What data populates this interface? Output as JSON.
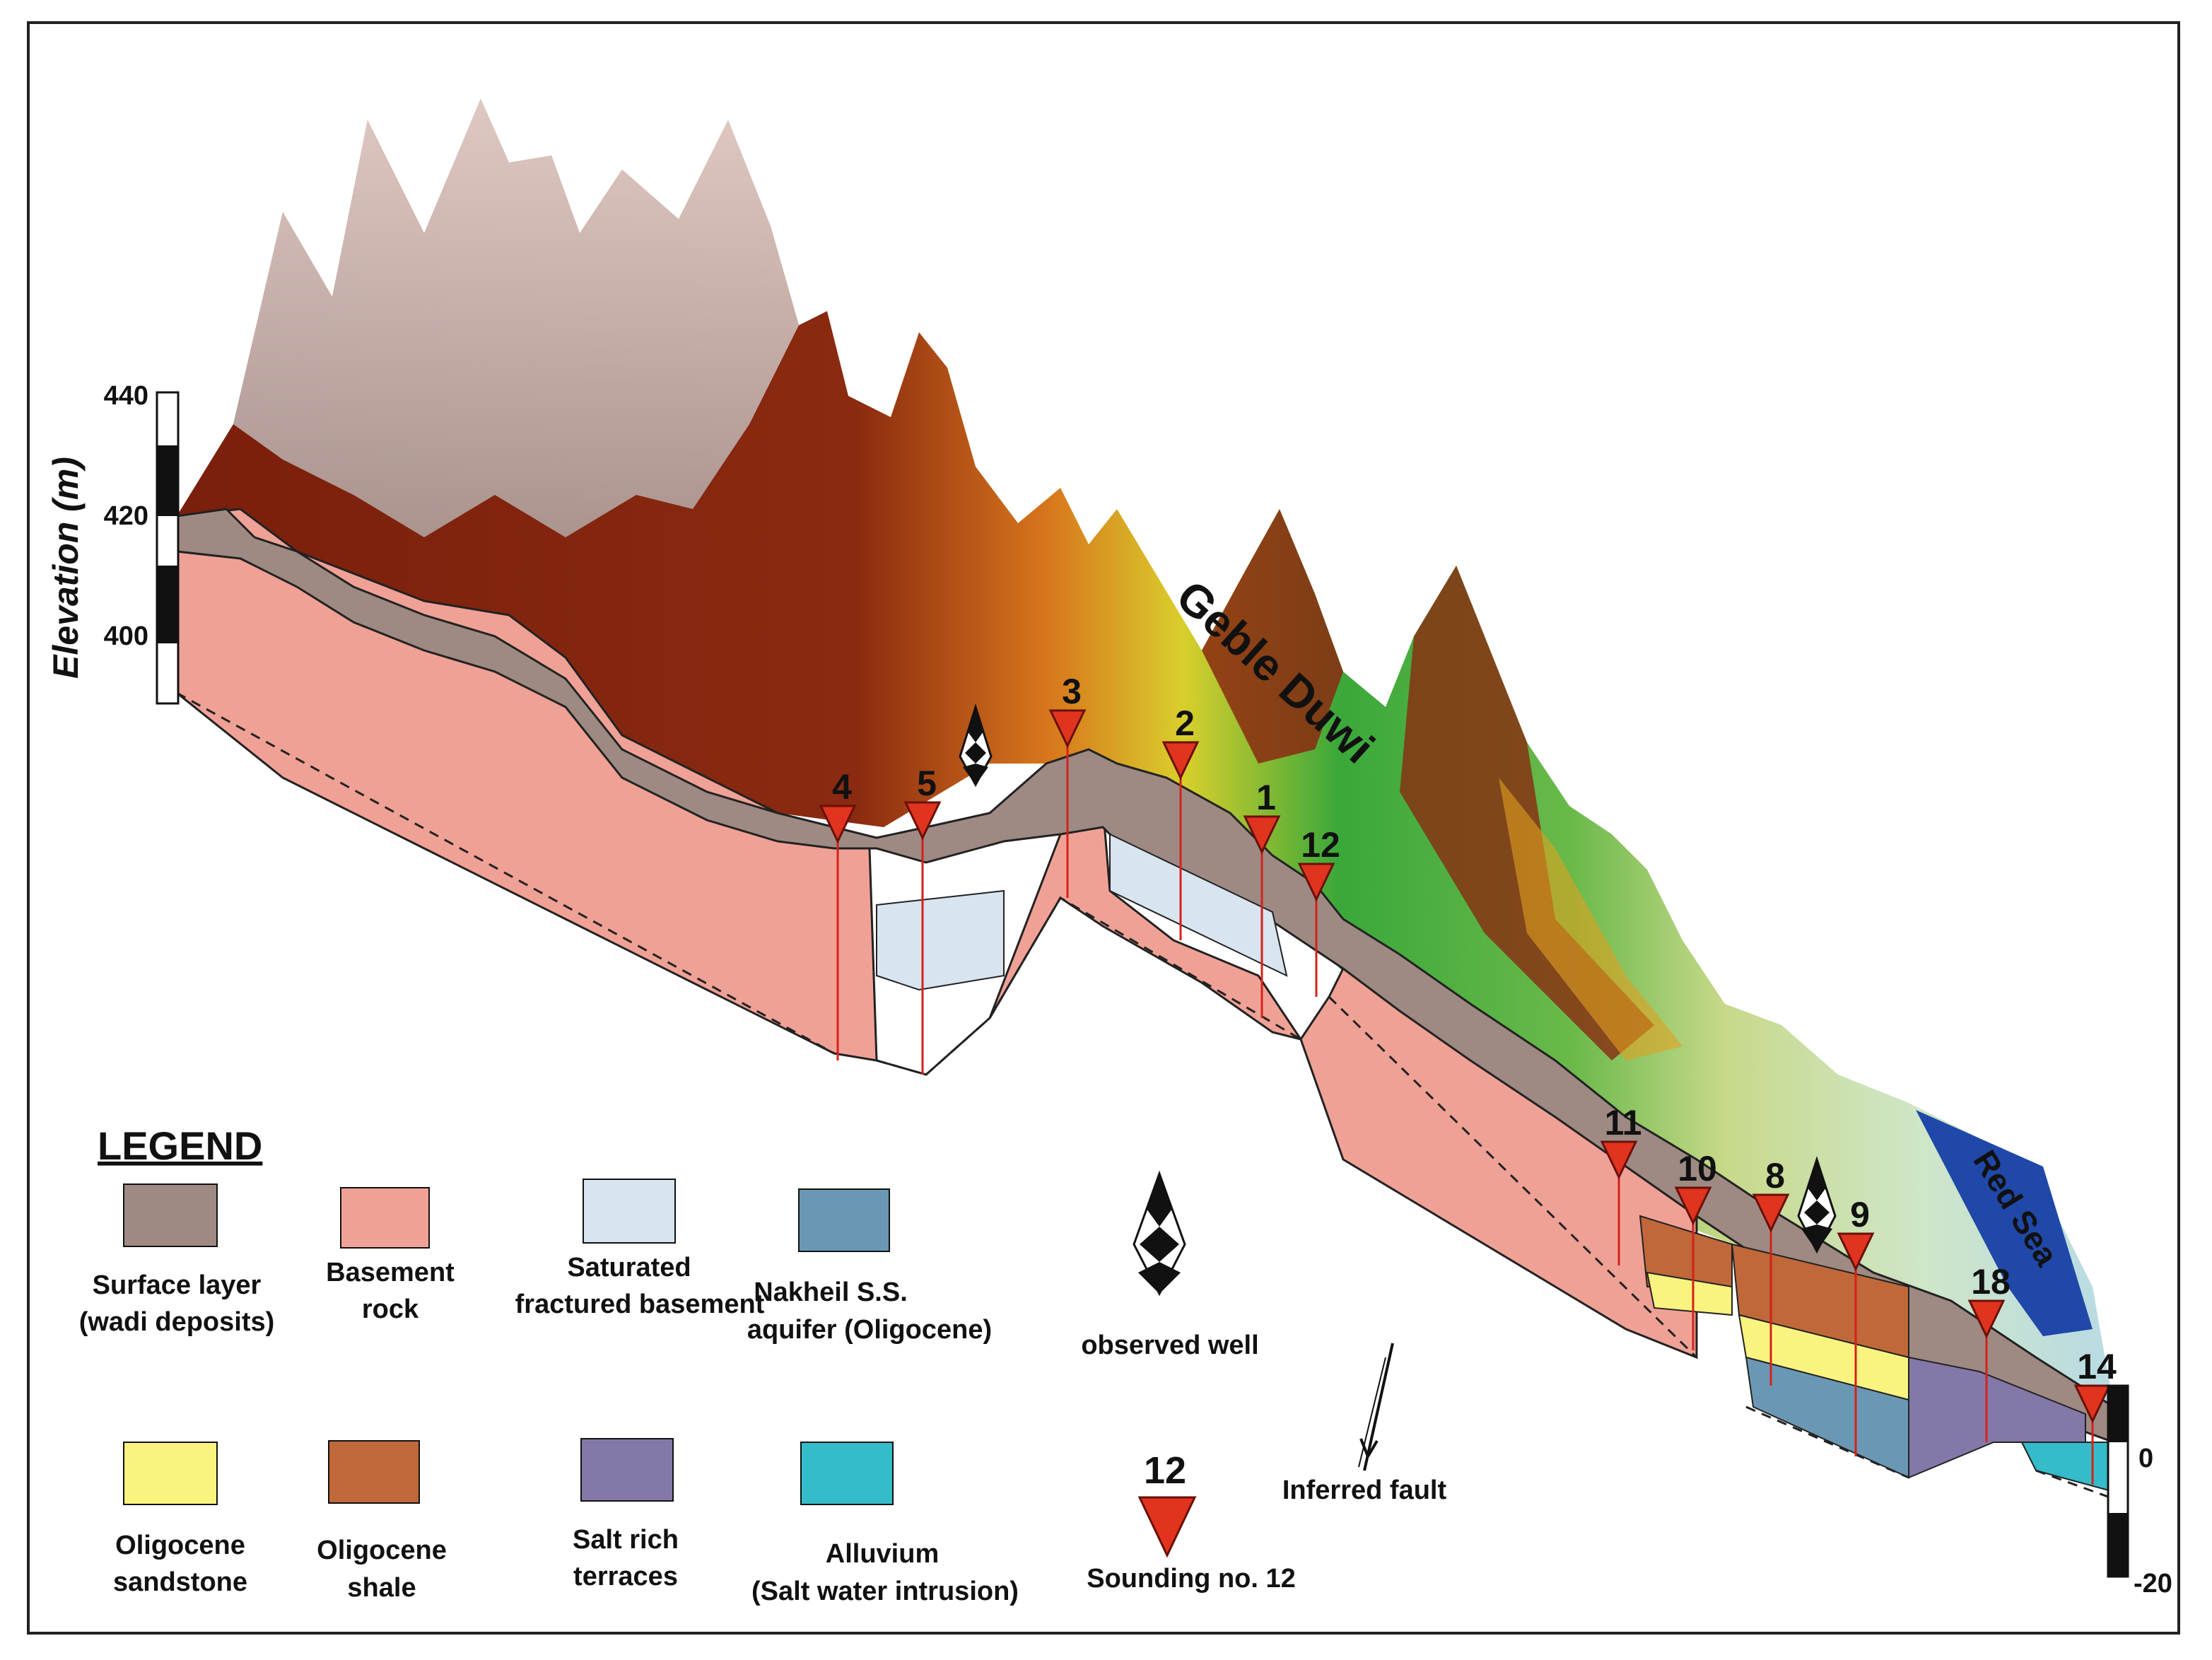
{
  "figure": {
    "elevation_axis": {
      "label": "Elevation (m)",
      "ticks": [
        "440",
        "420",
        "400"
      ]
    },
    "right_scale": {
      "ticks": [
        "0",
        "-20"
      ]
    },
    "terrain_labels": {
      "mountain": "Geble Duwi",
      "sea": "Red Sea"
    },
    "soundings": [
      "4",
      "5",
      "3",
      "2",
      "1",
      "12",
      "11",
      "10",
      "8",
      "9",
      "18",
      "14"
    ]
  },
  "legend": {
    "title": "LEGEND",
    "layers": [
      {
        "key": "surface",
        "line1": "Surface layer",
        "line2": "(wadi deposits)",
        "color": "#9e8a83"
      },
      {
        "key": "basement",
        "line1": "Basement",
        "line2": "rock",
        "color": "#f0a196"
      },
      {
        "key": "saturated",
        "line1": "Saturated",
        "line2": "fractured basement",
        "color": "#d8e4ef"
      },
      {
        "key": "nakheil",
        "line1": "Nakheil S.S.",
        "line2": "aquifer (Oligocene)",
        "color": "#6a98b4"
      },
      {
        "key": "sandstone",
        "line1": "Oligocene",
        "line2": "sandstone",
        "color": "#fbf37f"
      },
      {
        "key": "shale",
        "line1": "Oligocene",
        "line2": "shale",
        "color": "#c0683a"
      },
      {
        "key": "salt",
        "line1": "Salt rich",
        "line2": "terraces",
        "color": "#8478a8"
      },
      {
        "key": "alluvium",
        "line1": "Alluvium",
        "line2": "(Salt water intrusion)",
        "color": "#35bccb"
      }
    ],
    "observed_well": "observed well",
    "inferred_fault": "Inferred fault",
    "sounding_example_number": "12",
    "sounding_label": "Sounding no. 12"
  }
}
